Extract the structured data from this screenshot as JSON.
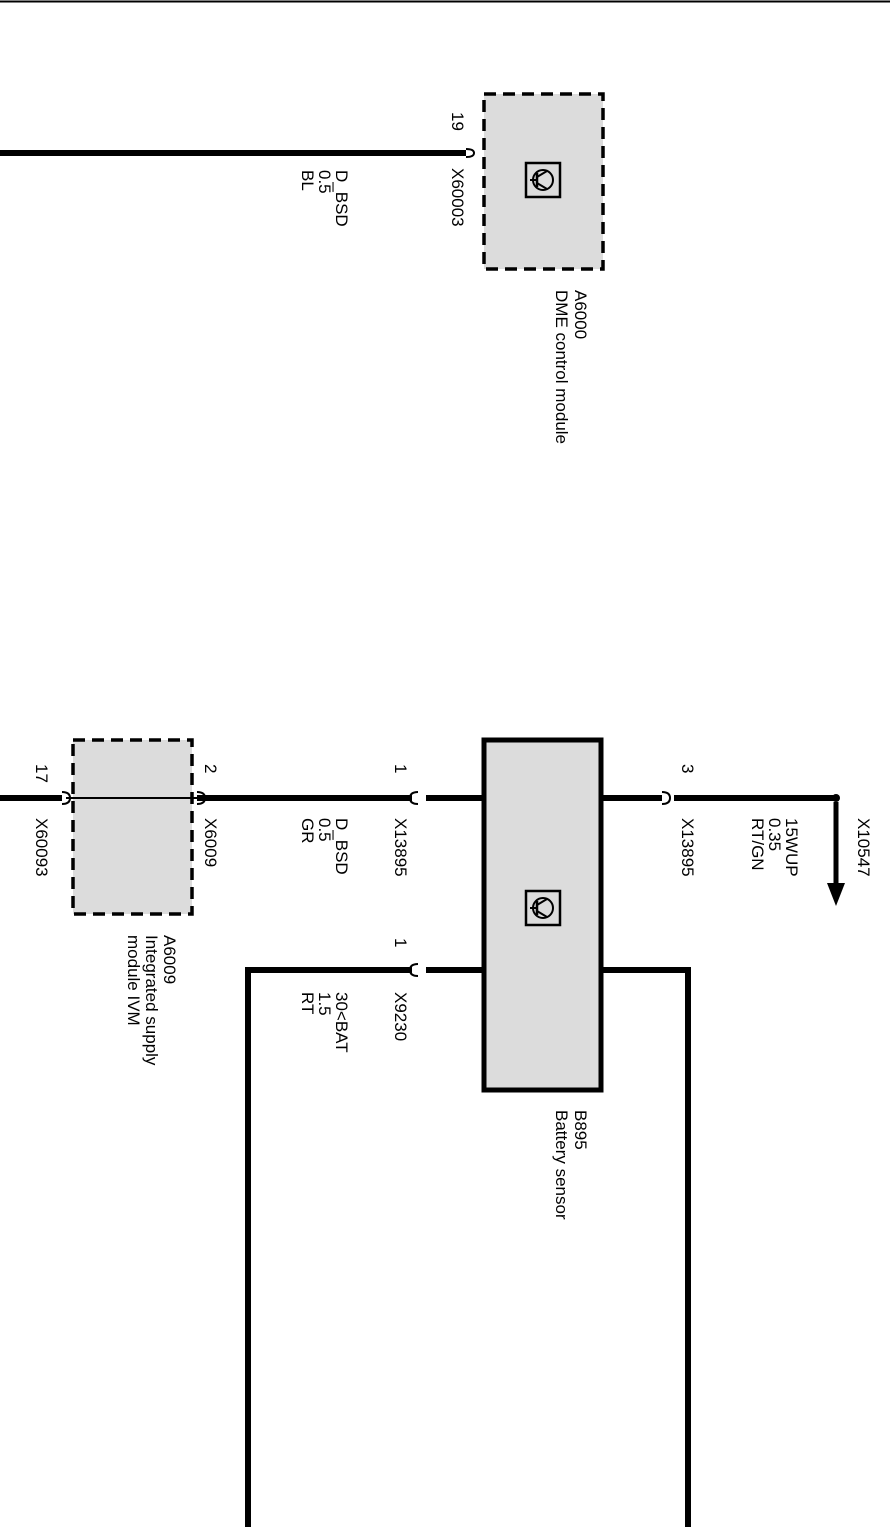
{
  "modules": {
    "dme": {
      "id": "A6000",
      "name": "DME control module"
    },
    "ivm": {
      "id": "A6009",
      "name_line1": "Integrated supply",
      "name_line2": "module IVM"
    },
    "battery_sensor": {
      "id": "B895",
      "name": "Battery sensor"
    }
  },
  "connectors": {
    "dme_pin": "19",
    "dme_conn": "X60003",
    "ivm_in_pin": "17",
    "ivm_in_conn": "X60093",
    "ivm_out_pin": "2",
    "ivm_out_conn": "X6009",
    "sensor_pin1": "1",
    "sensor_pin1_conn": "X13895",
    "sensor_pin3": "3",
    "sensor_pin3_conn": "X13895",
    "sensor_bat_pin": "1",
    "sensor_bat_conn": "X9230",
    "supply_conn": "X10547"
  },
  "wires": {
    "dme_signal": {
      "name": "D_BSD",
      "size": "0.5",
      "color": "BL"
    },
    "ivm_signal": {
      "name": "D_BSD",
      "size": "0.5",
      "color": "GR"
    },
    "wakeup": {
      "name": "15WUP",
      "size": "0.35",
      "color": "RT/GN"
    },
    "battery": {
      "name": "30<BAT",
      "size": "1.5",
      "color": "RT"
    }
  }
}
